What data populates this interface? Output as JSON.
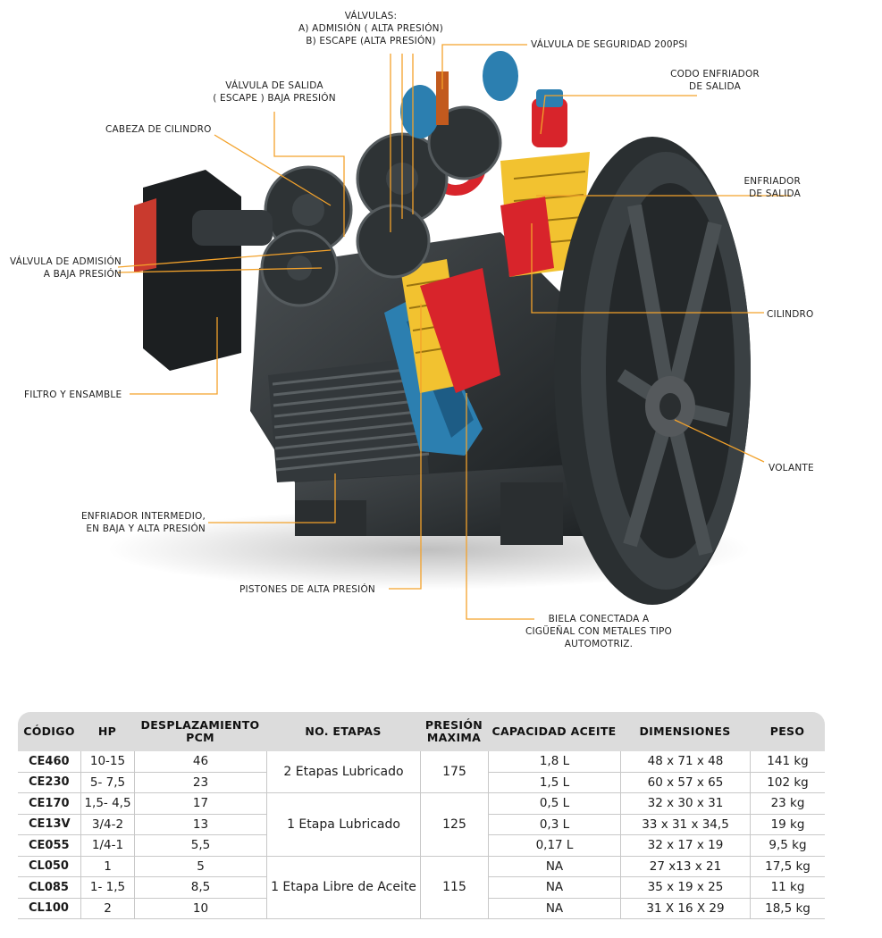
{
  "callouts": {
    "valvulas": "VÁLVULAS:\nA) ADMISIÓN ( ALTA PRESIÓN)\nB) ESCAPE (ALTA PRESIÓN)",
    "valvula_seguridad": "VÁLVULA DE SEGURIDAD 200PSI",
    "codo_enfriador": "CODO ENFRIADOR\nDE SALIDA",
    "valvula_salida": "VÁLVULA DE SALIDA\n( ESCAPE ) BAJA PRESIÓN",
    "cabeza_cilindro": "CABEZA DE CILINDRO",
    "enfriador_salida": "ENFRIADOR\nDE SALIDA",
    "valvula_admision": "VÁLVULA DE ADMISIÓN\nA BAJA PRESIÓN",
    "cilindro": "CILINDRO",
    "filtro": "FILTRO Y ENSAMBLE",
    "volante": "VOLANTE",
    "enfriador_intermedio": "ENFRIADOR INTERMEDIO,\nEN BAJA Y ALTA PRESIÓN",
    "pistones": "PISTONES DE ALTA PRESIÓN",
    "biela": "BIELA CONECTADA A\nCIGÜEÑAL CON METALES TIPO\nAUTOMOTRIZ."
  },
  "colors": {
    "leader_line": "#f3a22b",
    "table_header_bg": "#dcdcdc",
    "machine_dark": "#2b2f31",
    "cooler_yellow": "#f2c230",
    "cutaway_red": "#d8242b",
    "cutaway_blue": "#2c7fb0"
  },
  "table": {
    "headers": {
      "codigo": "CÓDIGO",
      "hp": "HP",
      "desplazamiento": "DESPLAZAMIENTO\nPCM",
      "etapas": "NO. ETAPAS",
      "presion": "PRESIÓN\nMAXIMA",
      "aceite": "CAPACIDAD ACEITE",
      "dimensiones": "DIMENSIONES",
      "peso": "PESO"
    },
    "rows": [
      {
        "codigo": "CE460",
        "hp": "10-15",
        "pcm": "46",
        "aceite": "1,8 L",
        "dimensiones": "48 x 71 x 48",
        "peso": "141 kg"
      },
      {
        "codigo": "CE230",
        "hp": "5- 7,5",
        "pcm": "23",
        "aceite": "1,5 L",
        "dimensiones": "60 x 57 x 65",
        "peso": "102 kg"
      },
      {
        "codigo": "CE170",
        "hp": "1,5- 4,5",
        "pcm": "17",
        "aceite": "0,5 L",
        "dimensiones": "32 x 30 x 31",
        "peso": "23 kg"
      },
      {
        "codigo": "CE13V",
        "hp": "3/4-2",
        "pcm": "13",
        "aceite": "0,3 L",
        "dimensiones": "33 x 31 x 34,5",
        "peso": "19 kg"
      },
      {
        "codigo": "CE055",
        "hp": "1/4-1",
        "pcm": "5,5",
        "aceite": "0,17 L",
        "dimensiones": "32 x 17 x 19",
        "peso": "9,5 kg"
      },
      {
        "codigo": "CL050",
        "hp": "1",
        "pcm": "5",
        "aceite": "NA",
        "dimensiones": "27 x13 x 21",
        "peso": "17,5 kg"
      },
      {
        "codigo": "CL085",
        "hp": "1- 1,5",
        "pcm": "8,5",
        "aceite": "NA",
        "dimensiones": "35 x 19 x 25",
        "peso": "11 kg"
      },
      {
        "codigo": "CL100",
        "hp": "2",
        "pcm": "10",
        "aceite": "NA",
        "dimensiones": "31  X 16 X 29",
        "peso": "18,5 kg"
      }
    ],
    "groups": [
      {
        "etapas": "2 Etapas Lubricado",
        "presion": "175"
      },
      {
        "etapas": "1 Etapa Lubricado",
        "presion": "125"
      },
      {
        "etapas": "1 Etapa Libre de Aceite",
        "presion": "115"
      }
    ]
  }
}
